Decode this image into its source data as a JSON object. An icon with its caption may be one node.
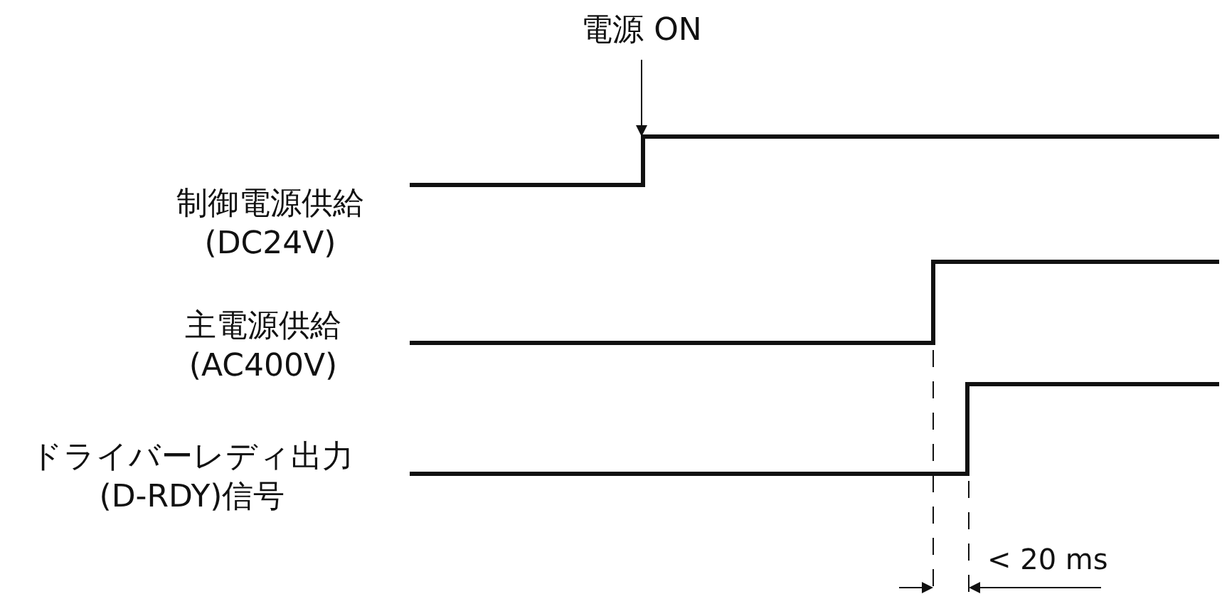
{
  "diagram": {
    "nodes": [
      {
        "text": [
          "電源 ON"
        ]
      },
      {
        "text": [],
        "shape": "line"
      },
      {
        "text": [],
        "shape": "line"
      },
      {
        "text": [],
        "shape": "line"
      }
    ],
    "edges": [
      {
        "from": 0,
        "to": 1,
        "arrow": "to"
      }
    ],
    "labels": [
      "制御電源供給 (DC24V)",
      "主電源供給 (AC400V)",
      "ドライバーレディ出力 (D-RDY)信号",
      "< 20 ms"
    ]
  }
}
